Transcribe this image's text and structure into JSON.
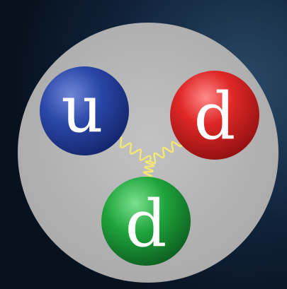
{
  "background_color": "#0b1a2e",
  "particle_color": "#b9b9b9",
  "gluon_color": "#f2e676",
  "quarks": [
    {
      "label": "u",
      "color": "#1d3a8f",
      "icon": "up-quark-sphere"
    },
    {
      "label": "d",
      "color": "#d42020",
      "icon": "down-quark-sphere"
    },
    {
      "label": "d",
      "color": "#1a9a36",
      "icon": "down-quark-sphere"
    }
  ]
}
